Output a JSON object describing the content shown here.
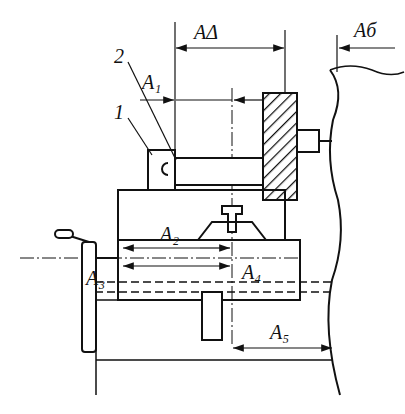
{
  "diagram": {
    "labels": [
      "AΔ",
      "Aб",
      "A₁",
      "2",
      "1",
      "A₂",
      "A₃",
      "A₄",
      "A₅"
    ]
  }
}
